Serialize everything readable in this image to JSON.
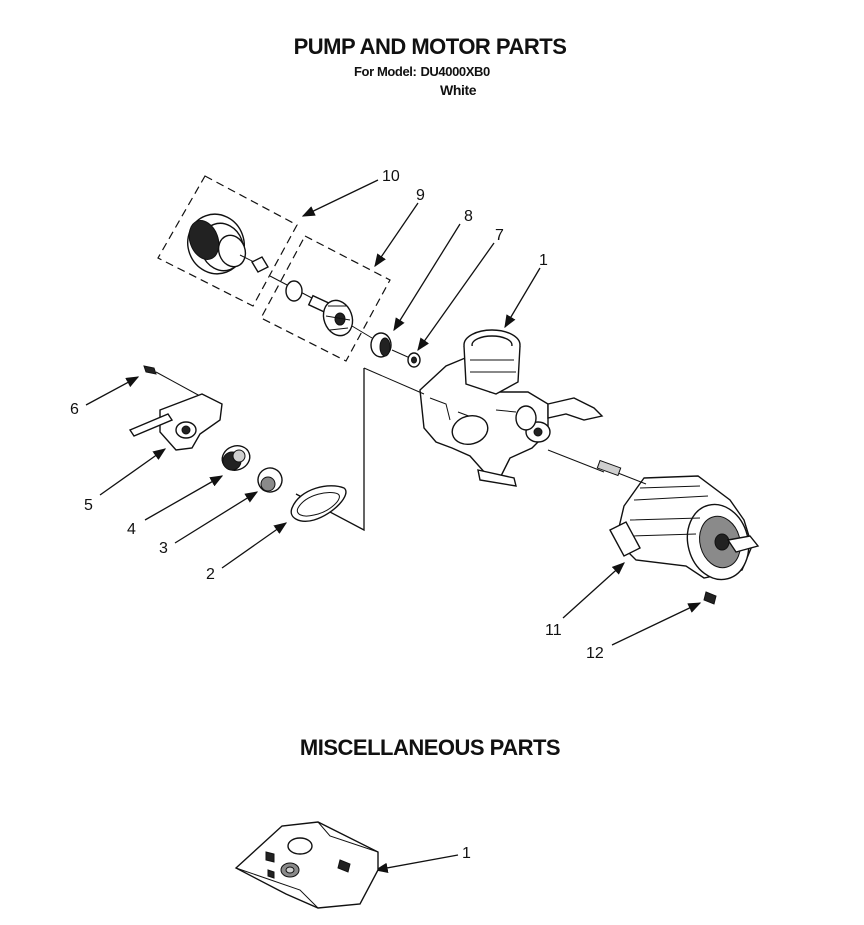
{
  "header": {
    "title": "PUMP AND MOTOR PARTS",
    "model_label": "For Model:",
    "model_number": "DU4000XB0",
    "color": "White"
  },
  "misc": {
    "title": "MISCELLANEOUS PARTS"
  },
  "callouts": {
    "c1": "1",
    "c2": "2",
    "c3": "3",
    "c4": "4",
    "c5": "5",
    "c6": "6",
    "c7": "7",
    "c8": "8",
    "c9": "9",
    "c10": "10",
    "c11": "11",
    "c12": "12",
    "misc1": "1"
  }
}
